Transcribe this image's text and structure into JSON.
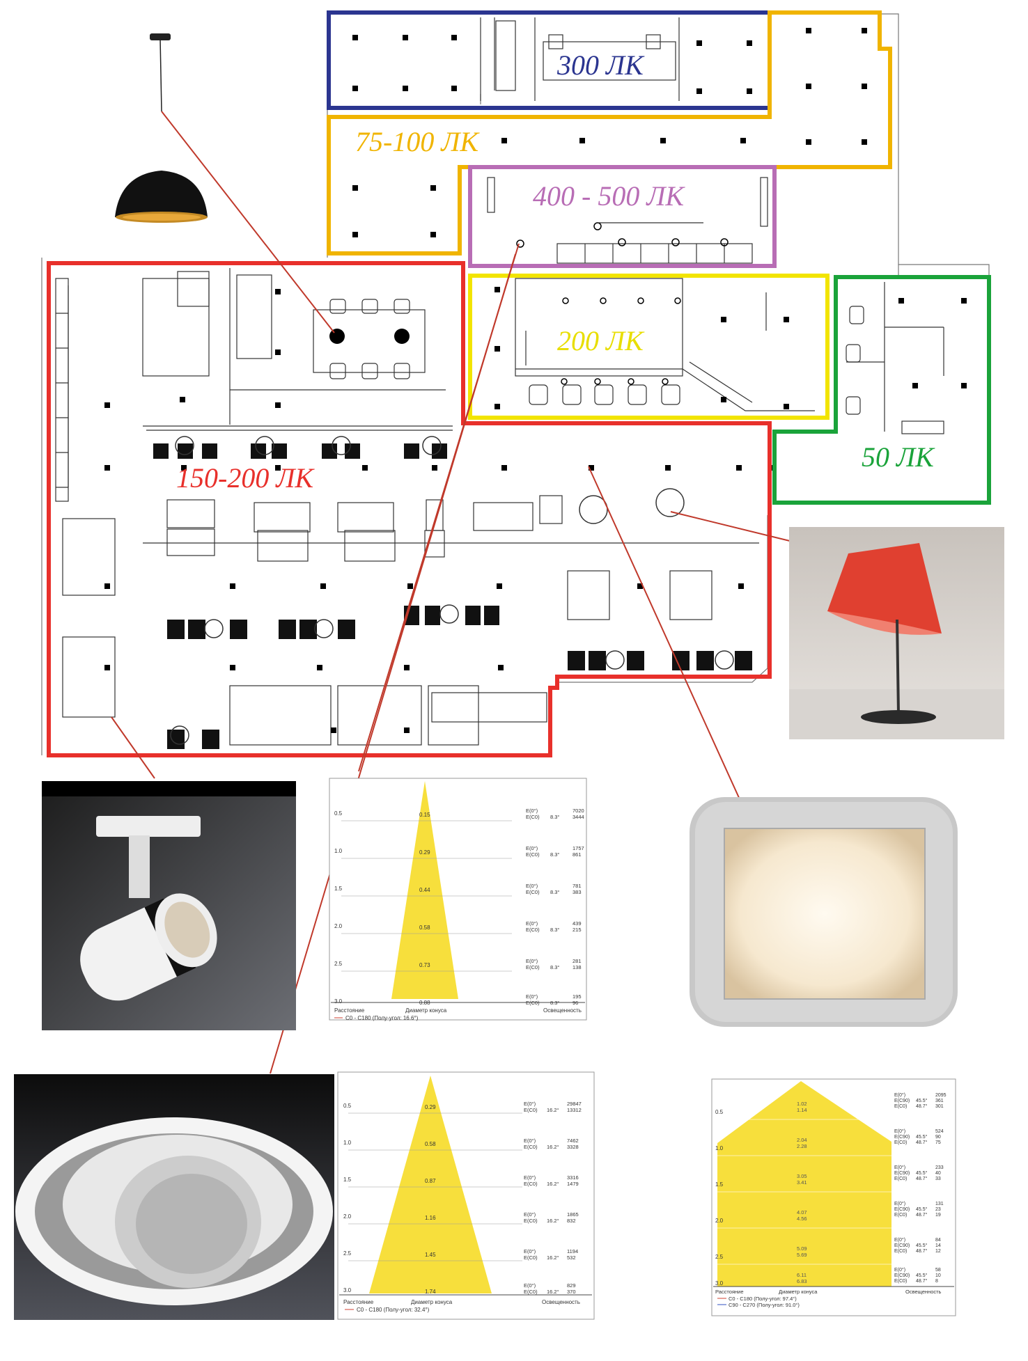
{
  "zones": [
    {
      "label": "300 ЛК",
      "color": "#2b3590"
    },
    {
      "label": "75-100 ЛК",
      "color": "#f0b400"
    },
    {
      "label": "400 - 500 ЛК",
      "color": "#b86db5"
    },
    {
      "label": "200 ЛК",
      "color": "#f2e400"
    },
    {
      "label": "50 ЛК",
      "color": "#1aa33a"
    },
    {
      "label": "150-200 ЛК",
      "color": "#e8302b"
    }
  ],
  "connector_color": "#c0392b",
  "chart_spot_narrow": {
    "distances": [
      "0.5",
      "1.0",
      "1.5",
      "2.0",
      "2.5",
      "3.0"
    ],
    "diameters": [
      "0.15",
      "0.29",
      "0.44",
      "0.58",
      "0.73",
      "0.88"
    ],
    "e_labels": [
      "E(0°)",
      "E(C0)"
    ],
    "angle": "8.3°",
    "values": [
      [
        "7020",
        "3444"
      ],
      [
        "1757",
        "861"
      ],
      [
        "781",
        "383"
      ],
      [
        "439",
        "215"
      ],
      [
        "281",
        "138"
      ],
      [
        "195",
        "96"
      ]
    ],
    "footer": [
      "Расстояние",
      "Диаметр конуса",
      "Освещенность"
    ],
    "legend": "C0 - C180 (Полу-угол: 16.6°)"
  },
  "chart_spot_wide": {
    "distances": [
      "0.5",
      "1.0",
      "1.5",
      "2.0",
      "2.5",
      "3.0"
    ],
    "diameters": [
      "0.29",
      "0.58",
      "0.87",
      "1.16",
      "1.45",
      "1.74"
    ],
    "e_labels": [
      "E(0°)",
      "E(C0)"
    ],
    "angle": "16.2°",
    "values": [
      [
        "29847",
        "13312"
      ],
      [
        "7462",
        "3328"
      ],
      [
        "3316",
        "1479"
      ],
      [
        "1865",
        "832"
      ],
      [
        "1194",
        "532"
      ],
      [
        "829",
        "370"
      ]
    ],
    "footer": [
      "Расстояние",
      "Диаметр конуса",
      "Освещенность"
    ],
    "legend": "C0 - C180 (Полу-угол: 32.4°)"
  },
  "chart_panel": {
    "distances": [
      "0.5",
      "1.0",
      "1.5",
      "2.0",
      "2.5",
      "3.0"
    ],
    "diameters": [
      [
        "1.02",
        "1.14"
      ],
      [
        "2.04",
        "2.28"
      ],
      [
        "3.05",
        "3.41"
      ],
      [
        "4.07",
        "4.56"
      ],
      [
        "5.09",
        "5.69"
      ],
      [
        "6.11",
        "6.83"
      ]
    ],
    "e_labels": [
      "E(0°)",
      "E(C90)",
      "E(C0)"
    ],
    "angles": [
      "45.5°",
      "48.7°"
    ],
    "values": [
      [
        "2095",
        "361",
        "301"
      ],
      [
        "524",
        "90",
        "75"
      ],
      [
        "233",
        "40",
        "33"
      ],
      [
        "131",
        "23",
        "19"
      ],
      [
        "84",
        "14",
        "12"
      ],
      [
        "58",
        "10",
        "8"
      ]
    ],
    "footer": [
      "Расстояние",
      "Диаметр конуса",
      "Освещенность"
    ],
    "legend": [
      "C0 - C180 (Полу-угол: 97.4°)",
      "C90 - C270 (Полу-угол: 91.0°)"
    ]
  }
}
